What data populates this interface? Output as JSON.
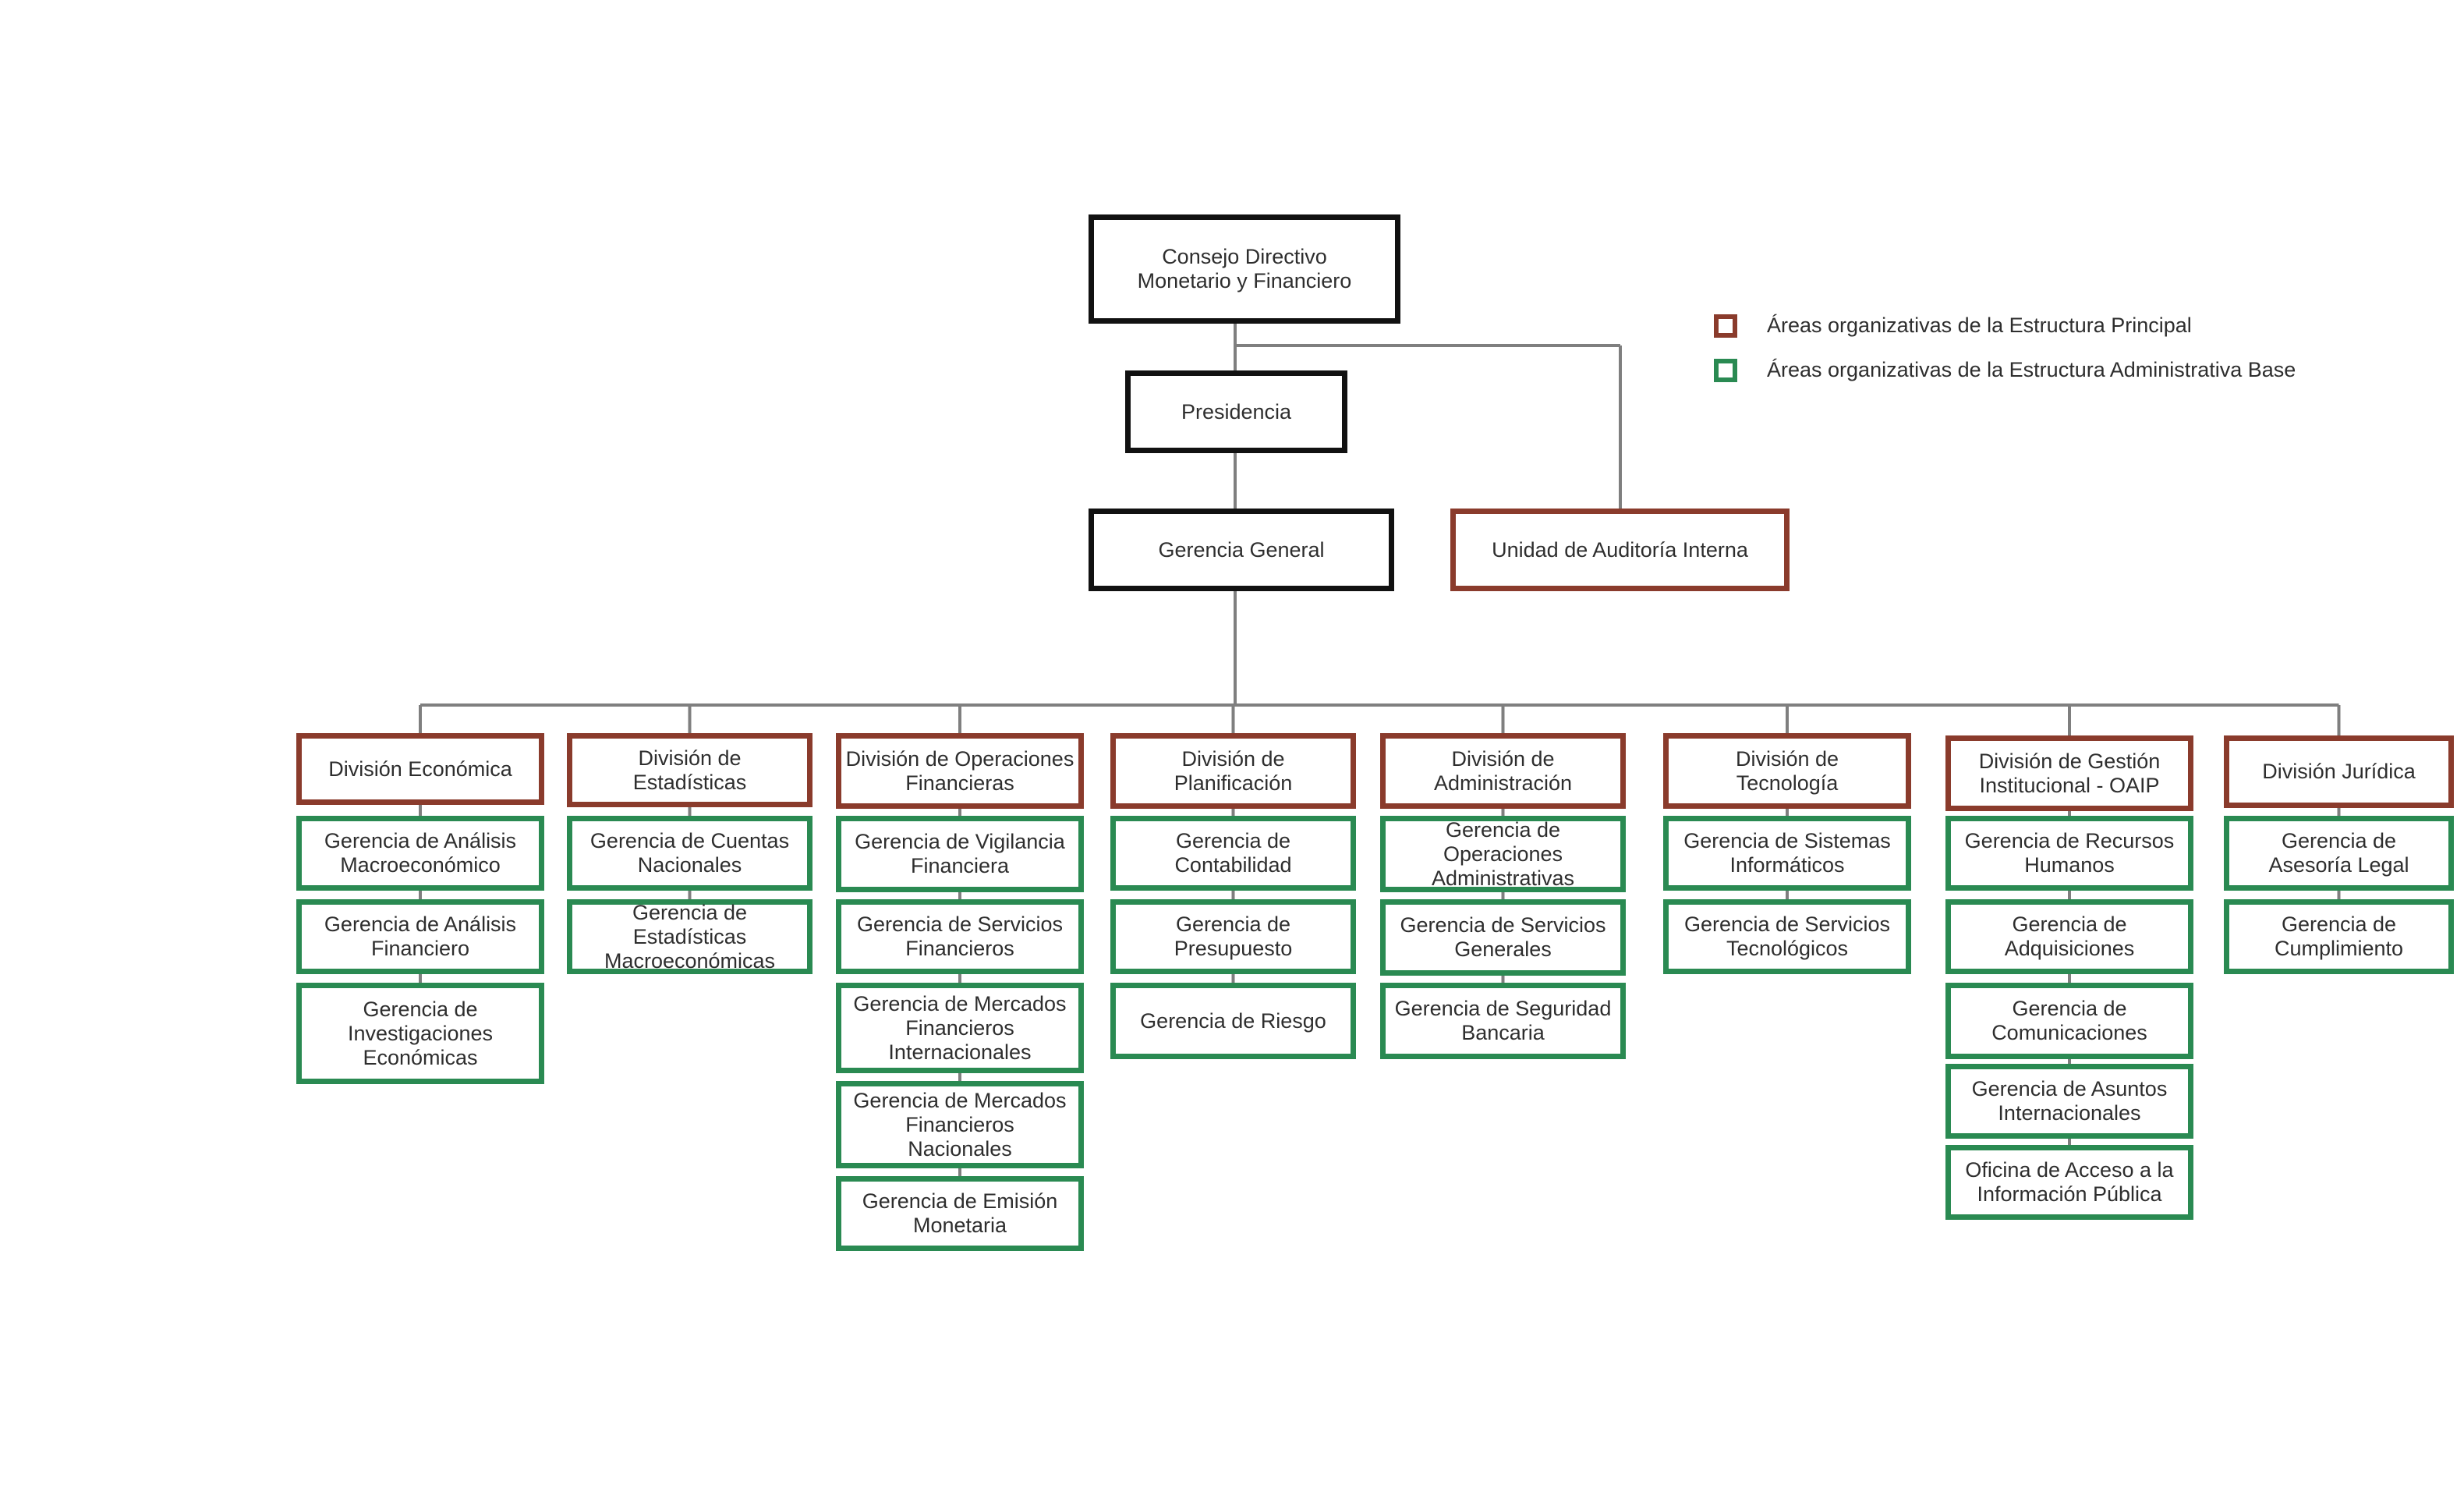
{
  "colors": {
    "exec_border": "#111111",
    "principal_border": "#8a3b2c",
    "admin_border": "#2a8a52",
    "connector": "#7f7f7f"
  },
  "legend": {
    "principal": "Áreas organizativas de la Estructura Principal",
    "admin": "Áreas organizativas de la Estructura Administrativa Base"
  },
  "top": {
    "consejo": "Consejo Directivo\nMonetario y Financiero",
    "presidencia": "Presidencia",
    "gerencia_general": "Gerencia General",
    "auditoria": "Unidad de Auditoría Interna"
  },
  "divisions": [
    {
      "name": "División Económica",
      "units": [
        "Gerencia de Análisis\nMacroeconómico",
        "Gerencia de Análisis\nFinanciero",
        "Gerencia de\nInvestigaciones\nEconómicas"
      ]
    },
    {
      "name": "División de\nEstadísticas",
      "units": [
        "Gerencia de Cuentas\nNacionales",
        "Gerencia de Estadísticas\nMacroeconómicas"
      ]
    },
    {
      "name": "División de Operaciones\nFinancieras",
      "units": [
        "Gerencia de Vigilancia\nFinanciera",
        "Gerencia de Servicios\nFinancieros",
        "Gerencia de Mercados\nFinancieros\nInternacionales",
        "Gerencia de Mercados\nFinancieros\nNacionales",
        "Gerencia de Emisión\nMonetaria"
      ]
    },
    {
      "name": "División de\nPlanificación",
      "units": [
        "Gerencia de\nContabilidad",
        "Gerencia de\nPresupuesto",
        "Gerencia de Riesgo"
      ]
    },
    {
      "name": "División de\nAdministración",
      "units": [
        "Gerencia de Operaciones\nAdministrativas",
        "Gerencia de Servicios\nGenerales",
        "Gerencia de Seguridad\nBancaria"
      ]
    },
    {
      "name": "División de\nTecnología",
      "units": [
        "Gerencia de Sistemas\nInformáticos",
        "Gerencia de Servicios\nTecnológicos"
      ]
    },
    {
      "name": "División de Gestión\nInstitucional - OAIP",
      "units": [
        "Gerencia de Recursos\nHumanos",
        "Gerencia de\nAdquisiciones",
        "Gerencia de\nComunicaciones",
        "Gerencia de Asuntos\nInternacionales",
        "Oficina de Acceso a la\nInformación Pública"
      ]
    },
    {
      "name": "División Jurídica",
      "units": [
        "Gerencia de\nAsesoría Legal",
        "Gerencia de\nCumplimiento"
      ]
    }
  ]
}
